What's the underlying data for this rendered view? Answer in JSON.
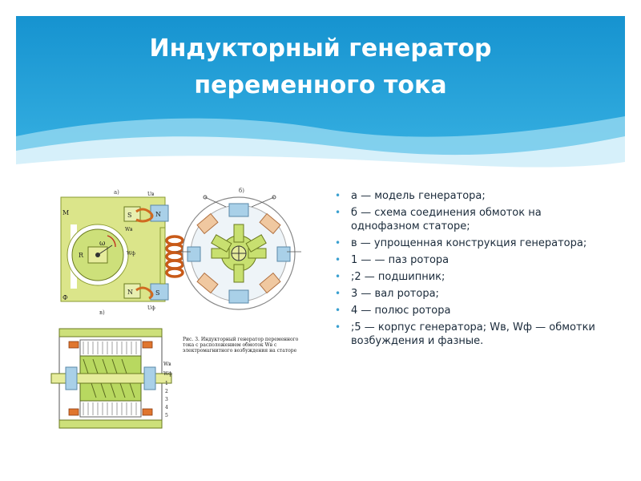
{
  "slide": {
    "title_line1": "Индукторный генератор",
    "title_line2": "переменного тока",
    "colors": {
      "header": "#1a9fd8",
      "header_light": "#7fd0ef",
      "bullet": "#3aa0d0",
      "winding": "#e0762e",
      "pole": "#a9d0e8",
      "model_bg": "#dbe58a"
    }
  },
  "bullets": [
    "а — модель генератора;",
    "б — схема соединения обмоток на однофазном статоре;",
    "в — упрощенная конструкция генератора;",
    "1 — — паз ротора",
    ";2 — подшипник;",
    "3 — вал ротора;",
    "4 — полюс ротора",
    ";5 — корпус генератора; Wв, Wф — обмотки возбуждения и фазные."
  ],
  "figure": {
    "label_a": "а)",
    "label_b": "б)",
    "label_v": "в)",
    "model_labels": {
      "m": "М",
      "phi": "Ф",
      "r": "R",
      "omega": "ω",
      "s": "S",
      "n": "N",
      "s2": "S",
      "n2": "N",
      "wb": "Wв",
      "wf": "Wф",
      "ub": "Uв",
      "uf": "Uф"
    },
    "caption": "Рис. 3. Индукторный генератор переменного тока с расположением обмоток Wв с электромагнитного возбуждения на статоре",
    "numbers": [
      "1",
      "2",
      "3",
      "4",
      "5"
    ],
    "section_labels": {
      "wv": "Wв",
      "wf": "Wф"
    }
  }
}
